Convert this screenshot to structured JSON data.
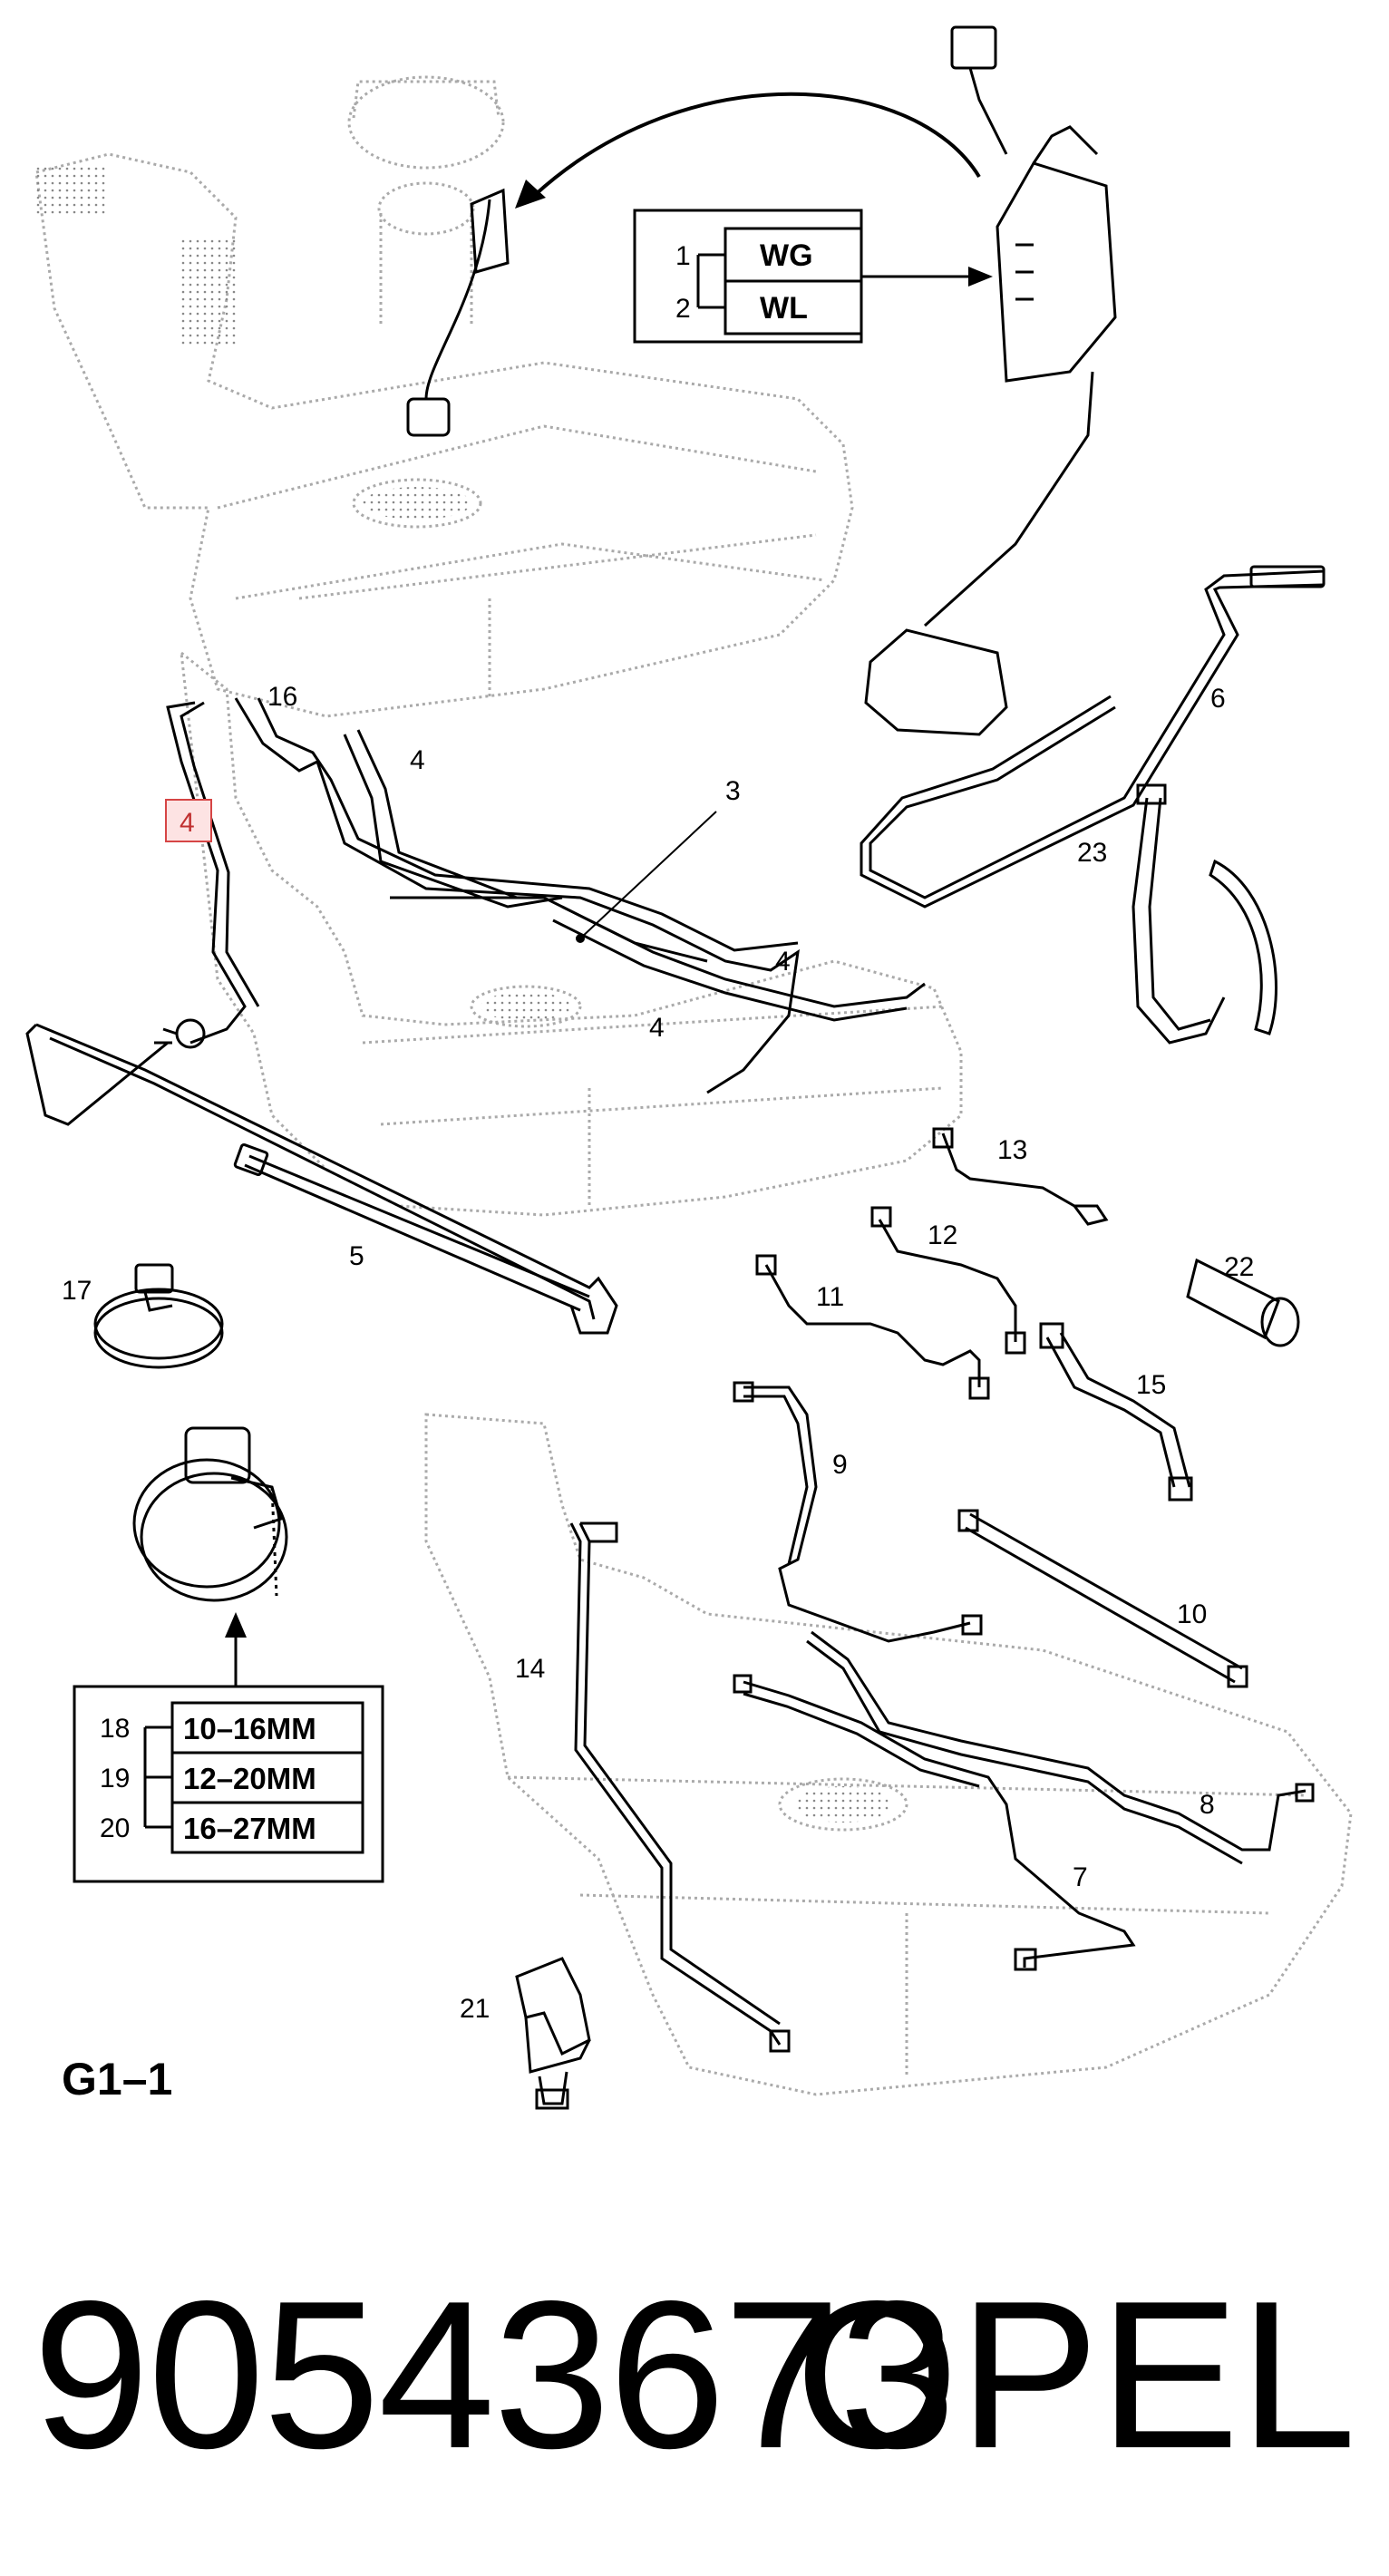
{
  "diagram": {
    "figure_code": "G1–1",
    "variant_box": [
      {
        "num": "1",
        "code": "WG"
      },
      {
        "num": "2",
        "code": "WL"
      }
    ],
    "clamp_size_box": [
      {
        "num": "18",
        "size": "10–16MM"
      },
      {
        "num": "19",
        "size": "12–20MM"
      },
      {
        "num": "20",
        "size": "16–27MM"
      }
    ],
    "callouts": {
      "c16": "16",
      "c4a": "4",
      "c4b": "4",
      "c4c": "4",
      "c4d": "4",
      "c3": "3",
      "c5": "5",
      "c6": "6",
      "c23": "23",
      "c13": "13",
      "c12": "12",
      "c11": "11",
      "c22": "22",
      "c15": "15",
      "c17": "17",
      "c9": "9",
      "c10": "10",
      "c14": "14",
      "c8": "8",
      "c7": "7",
      "c21": "21"
    }
  },
  "footer": {
    "part_number": "90543673",
    "brand": "OPEL"
  }
}
